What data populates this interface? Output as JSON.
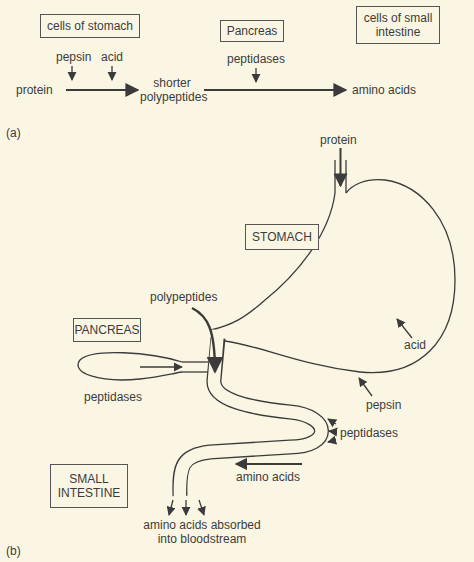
{
  "diagram": {
    "nodes": [
      {
        "text": [
          "cells of stomach"
        ]
      },
      {
        "text": [
          "Pancreas"
        ]
      },
      {
        "text": [
          "cells of small intestine"
        ]
      },
      {
        "text": [
          "STOMACH"
        ]
      },
      {
        "text": [
          "PANCREAS"
        ]
      },
      {
        "text": [
          "SMALL INTESTINE"
        ]
      }
    ],
    "labels": [
      "pepsin",
      "acid",
      "peptidases",
      "protein",
      "shorter polypeptides",
      "amino acids",
      "(a)",
      "protein",
      "polypeptides",
      "acid",
      "peptidases",
      "pepsin",
      "peptidases",
      "amino acids",
      "amino acids absorbed into bloodstream",
      "(b)"
    ]
  }
}
